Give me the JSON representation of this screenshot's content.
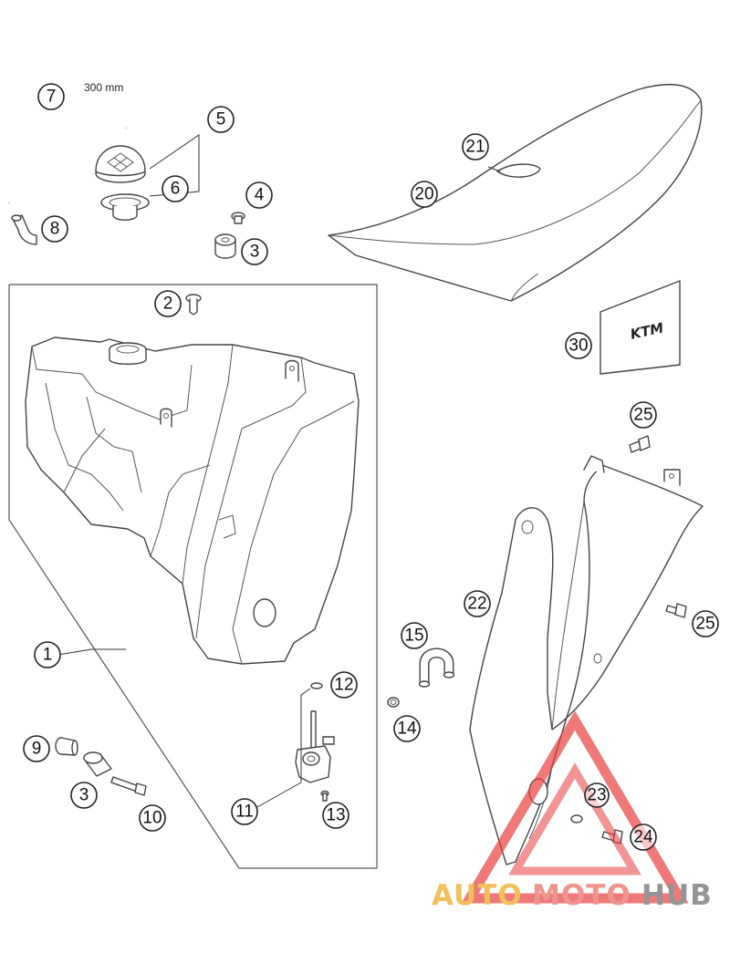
{
  "diagram": {
    "dimension_label": "300 mm",
    "decal_text": "KTM",
    "callouts": [
      {
        "id": "c7",
        "label": "7"
      },
      {
        "id": "c5",
        "label": "5"
      },
      {
        "id": "c6",
        "label": "6"
      },
      {
        "id": "c8",
        "label": "8"
      },
      {
        "id": "c4",
        "label": "4"
      },
      {
        "id": "c3a",
        "label": "3"
      },
      {
        "id": "c2",
        "label": "2"
      },
      {
        "id": "c21",
        "label": "21"
      },
      {
        "id": "c20",
        "label": "20"
      },
      {
        "id": "c30",
        "label": "30"
      },
      {
        "id": "c25a",
        "label": "25"
      },
      {
        "id": "c22",
        "label": "22"
      },
      {
        "id": "c25b",
        "label": "25"
      },
      {
        "id": "c1",
        "label": "1"
      },
      {
        "id": "c15",
        "label": "15"
      },
      {
        "id": "c12",
        "label": "12"
      },
      {
        "id": "c14",
        "label": "14"
      },
      {
        "id": "c9",
        "label": "9"
      },
      {
        "id": "c3b",
        "label": "3"
      },
      {
        "id": "c10",
        "label": "10"
      },
      {
        "id": "c11",
        "label": "11"
      },
      {
        "id": "c13",
        "label": "13"
      },
      {
        "id": "c23",
        "label": "23"
      },
      {
        "id": "c24",
        "label": "24"
      }
    ]
  },
  "watermark": {
    "part1": "AUTO",
    "part2": "MOTO",
    "part3": "HUB",
    "colors": {
      "auto": "#f2b84b",
      "moto": "#ef8a82",
      "hub": "#8a8a8a",
      "triangle": "#e8393a"
    }
  }
}
